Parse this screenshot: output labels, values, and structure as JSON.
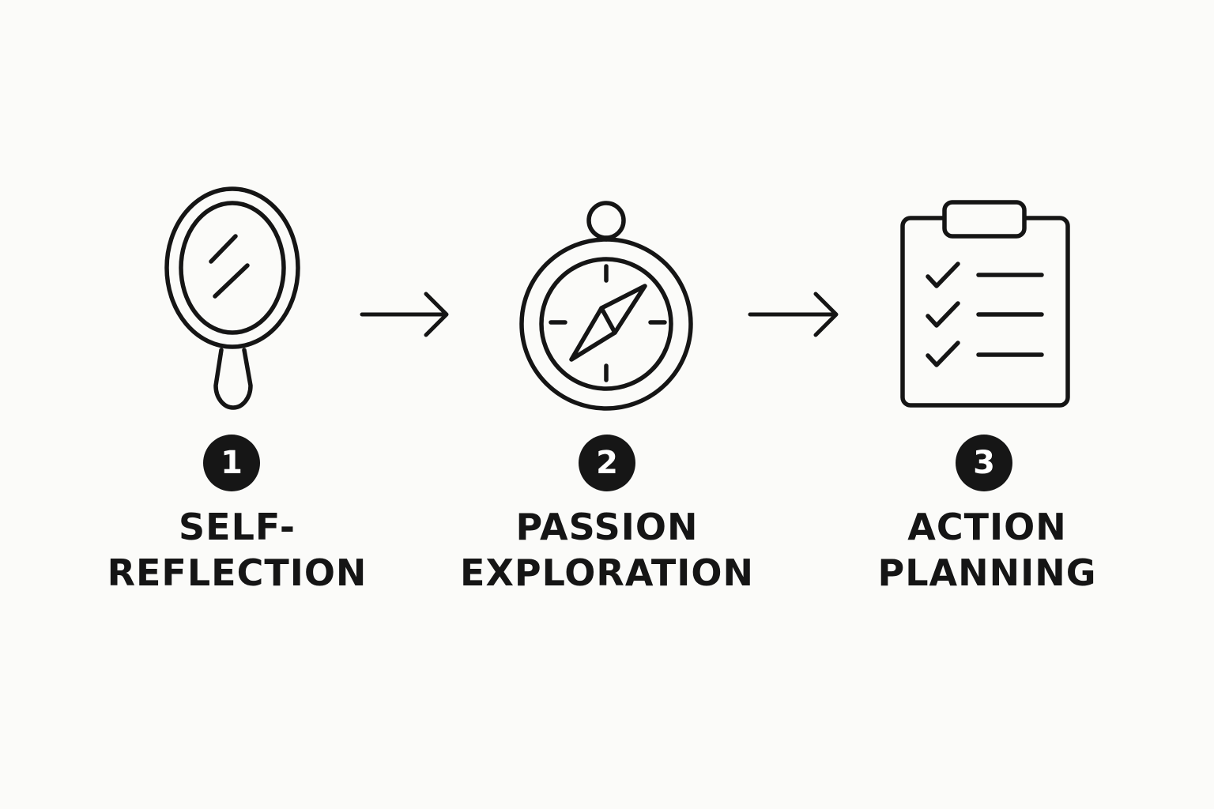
{
  "diagram": {
    "steps": [
      {
        "number": "1",
        "label_line1": "SELF-",
        "label_line2": "REFLECTION",
        "icon": "hand-mirror-icon"
      },
      {
        "number": "2",
        "label_line1": "PASSION",
        "label_line2": "EXPLORATION",
        "icon": "compass-icon"
      },
      {
        "number": "3",
        "label_line1": "ACTION",
        "label_line2": "PLANNING",
        "icon": "clipboard-checklist-icon"
      }
    ],
    "connectors": [
      "arrow-right-icon",
      "arrow-right-icon"
    ],
    "colors": {
      "background": "#fbfbf9",
      "ink": "#151515",
      "badge_text": "#ffffff"
    }
  }
}
